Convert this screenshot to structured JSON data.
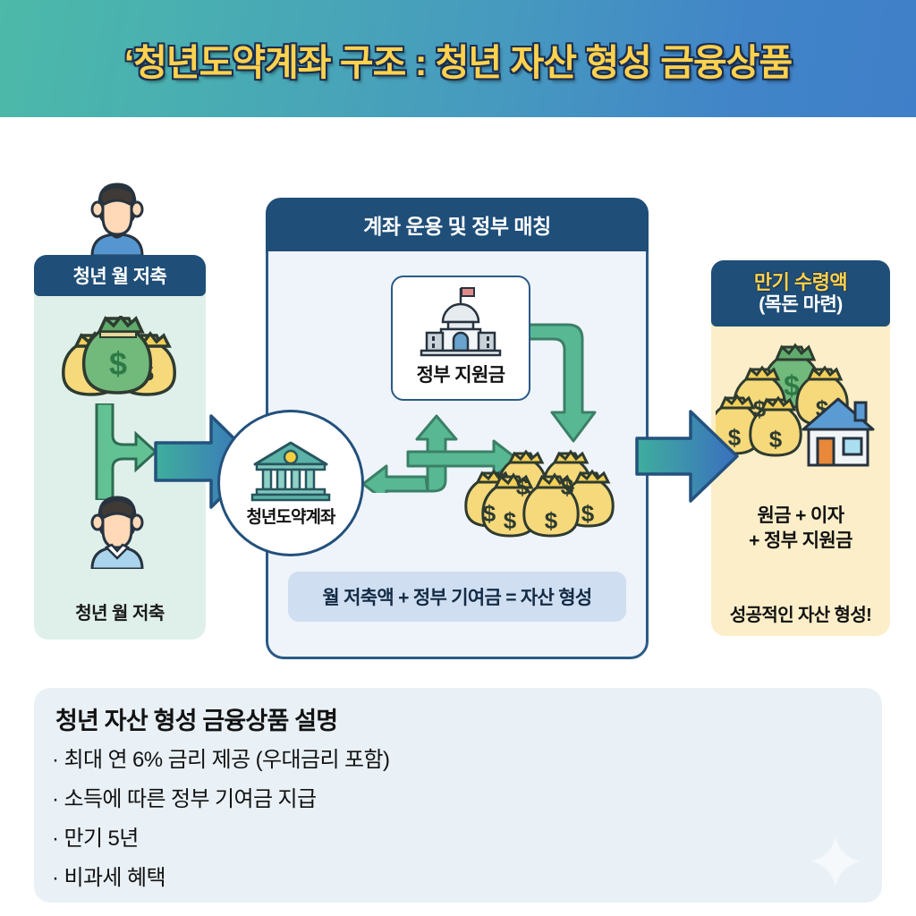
{
  "header": {
    "title": "‘청년도약계좌 구조 : 청년 자산 형성 금융상품",
    "gradient_from": "#4cb9a9",
    "gradient_to": "#3f7fc9",
    "title_color": "#ffd24d",
    "title_outline": "#1b2f52"
  },
  "left_panel": {
    "header_label": "청년 월 저축",
    "caption_label": "청년 월 저축",
    "bg_color": "#dff0ea",
    "header_color": "#1f4e79",
    "icons": {
      "person_top": "person-icon",
      "person_bottom": "person-icon",
      "money": "money-bags-icon",
      "merge": "merge-arrow-icon"
    }
  },
  "center_panel": {
    "header_label": "계좌 운용 및 정부 매칭",
    "gov_card_label": "정부 지원금",
    "account_label": "청년도약계좌",
    "formula_label": "월 저축액 + 정부 기여금 = 자산 형성",
    "bg_color": "#eef4fa",
    "border_color": "#2b5a86",
    "formula_bg": "#cfdef0",
    "icons": {
      "government": "capitol-building-icon",
      "bank": "bank-icon",
      "money": "money-bags-icon"
    }
  },
  "right_panel": {
    "header_line1": "만기 수령액",
    "header_line2": "(목돈 마련)",
    "body_text": "원금 + 이자\n+ 정부 지원금",
    "caption_label": "성공적인 자산 형성!",
    "bg_color": "#fbeec8",
    "header_color": "#1f4e79",
    "icons": {
      "prize": "money-bags-and-house-icon"
    }
  },
  "arrows": {
    "in_label": "right-arrow-icon",
    "out_label": "right-arrow-icon",
    "loop_label": "loop-arrow-icon",
    "color_from": "#3fae9c",
    "color_to": "#3a6fc0"
  },
  "info_box": {
    "title": "청년 자산 형성 금융상품 설명",
    "items": [
      "· 최대 연 6% 금리 제공 (우대금리 포함)",
      "· 소득에 따른 정부 기여금 지급",
      "· 만기 5년",
      "· 비과세 혜택"
    ],
    "bg_color": "#e9f1f7"
  }
}
